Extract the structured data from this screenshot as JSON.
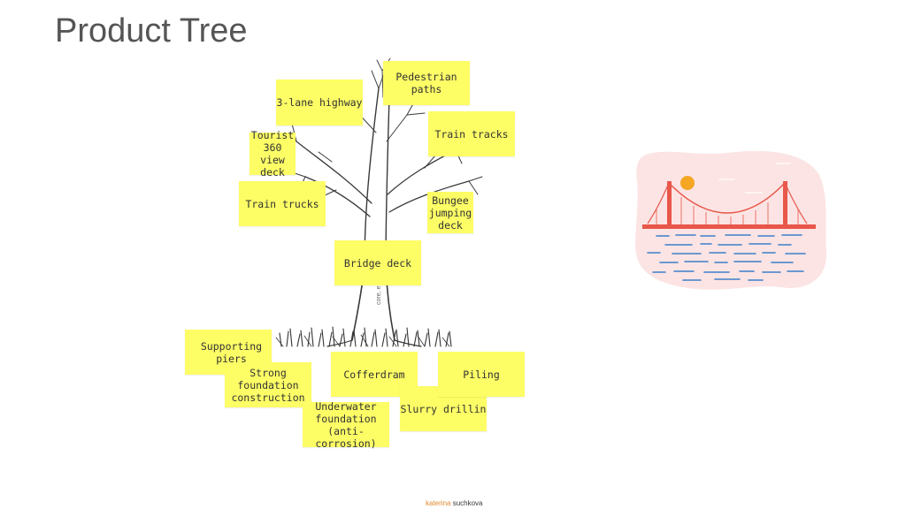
{
  "page": {
    "title": "Product Tree"
  },
  "notes": {
    "pedestrian_paths": "Pedestrian paths",
    "highway": "3-lane highway",
    "train_tracks": "Train tracks",
    "tourist_deck": "Tourist\n360 view\ndeck",
    "train_trucks": "Train trucks",
    "bungee": "Bungee\njumping\ndeck",
    "bridge_deck": "Bridge deck",
    "supporting_piers": "Supporting piers",
    "strong_foundation": "Strong foundation\nconstruction",
    "cofferdram": "Cofferdram",
    "piling": "Piling",
    "slurry": "Slurry drillin",
    "underwater": "Underwater\nfoundation (anti-\ncorrosion)"
  },
  "tree": {
    "trunk_text": "core, e"
  },
  "footer": {
    "first": "katerina",
    "last": "suchkova"
  },
  "colors": {
    "sticky_note": "#fdfd66",
    "bridge_red": "#e8574a",
    "sun": "#f5a623",
    "water": "#3d7ec9",
    "bubble": "#fce4e4"
  },
  "icons": {
    "illustration": "golden-gate-bridge-illustration"
  }
}
